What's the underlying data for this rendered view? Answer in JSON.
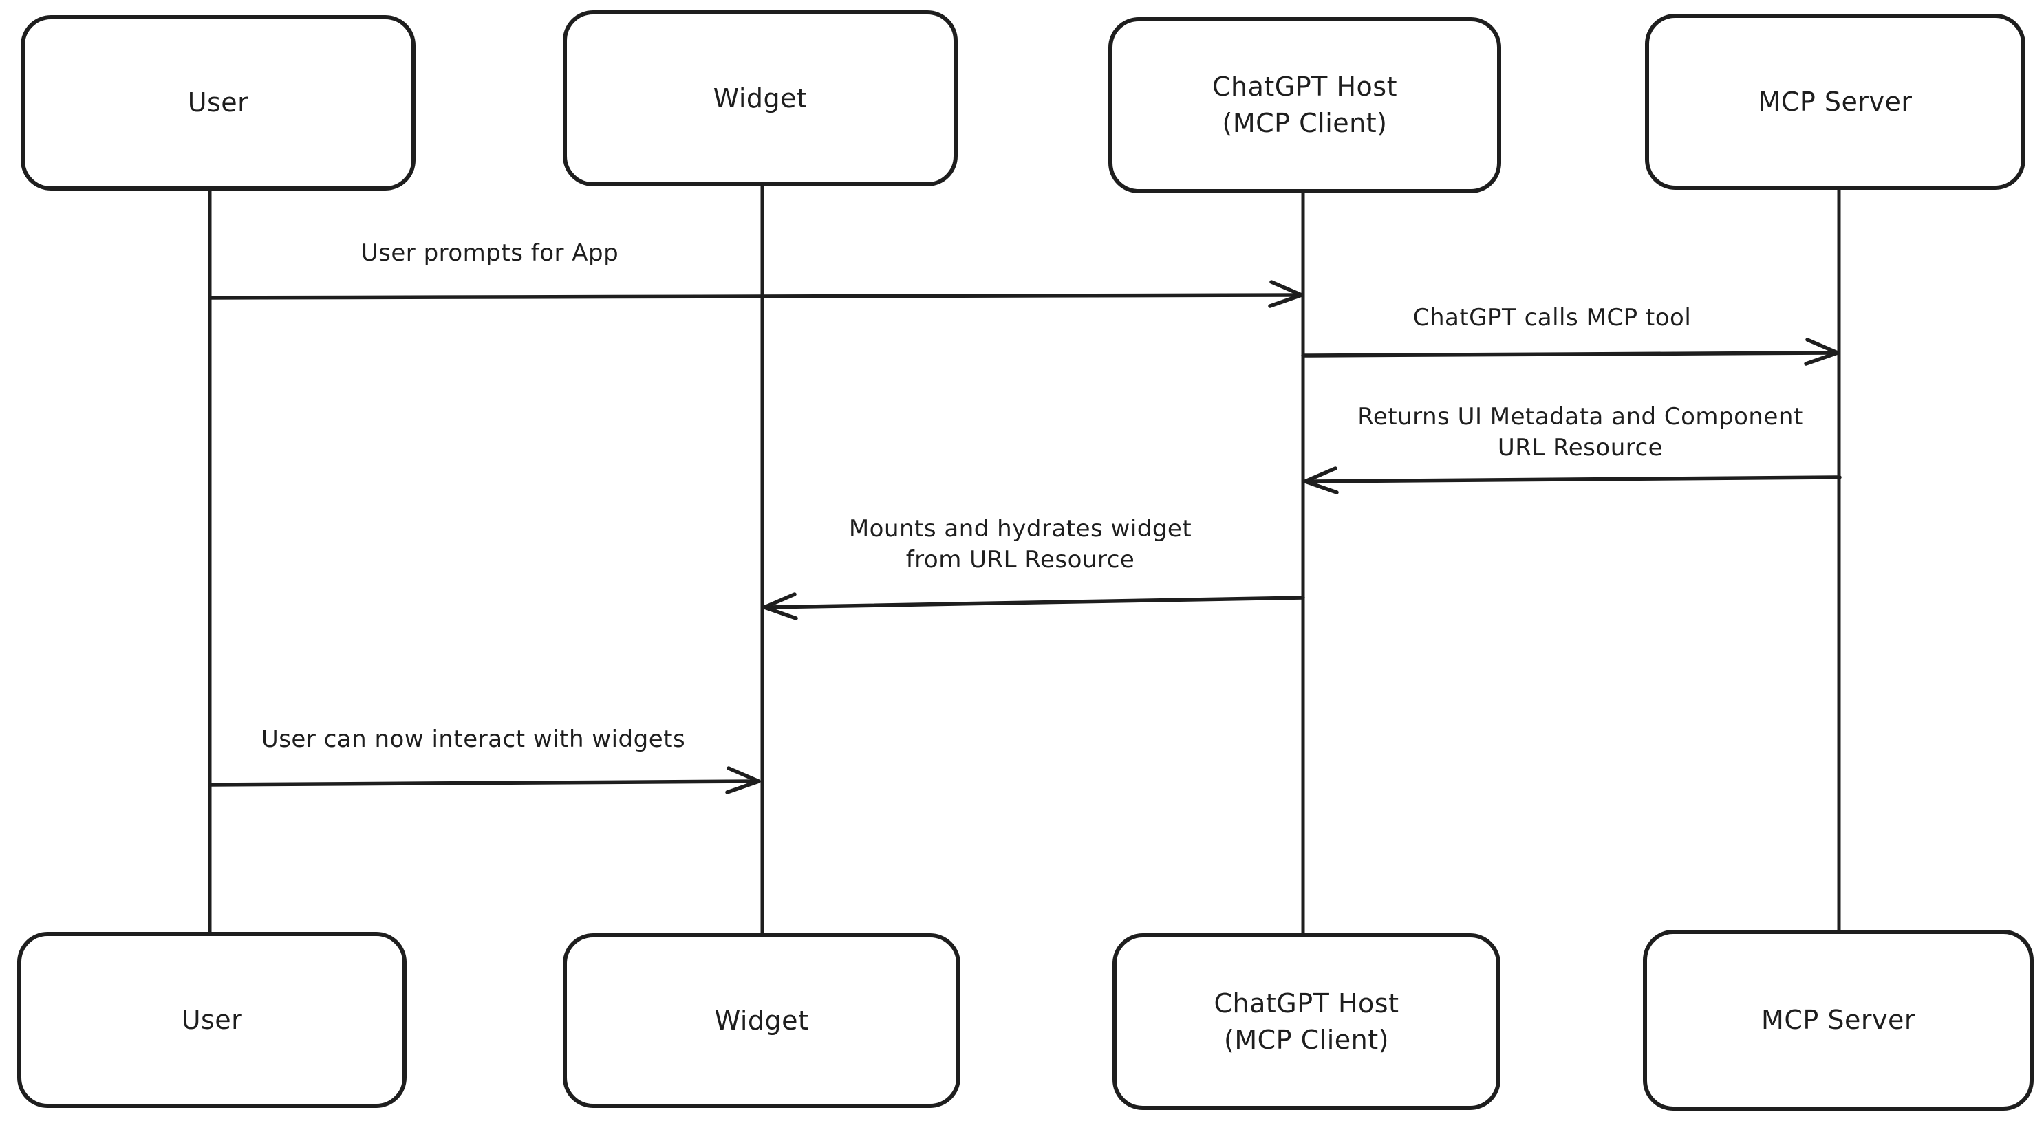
{
  "colors": {
    "stroke": "#1e1e1e",
    "background": "#ffffff"
  },
  "actors": {
    "top": [
      {
        "id": "user",
        "lines": [
          "User"
        ]
      },
      {
        "id": "widget",
        "lines": [
          "Widget"
        ]
      },
      {
        "id": "chatgpt_host",
        "lines": [
          "ChatGPT Host",
          "(MCP Client)"
        ]
      },
      {
        "id": "mcp_server",
        "lines": [
          "MCP Server"
        ]
      }
    ],
    "bottom": [
      {
        "id": "user",
        "lines": [
          "User"
        ]
      },
      {
        "id": "widget",
        "lines": [
          "Widget"
        ]
      },
      {
        "id": "chatgpt_host",
        "lines": [
          "ChatGPT Host",
          "(MCP Client)"
        ]
      },
      {
        "id": "mcp_server",
        "lines": [
          "MCP Server"
        ]
      }
    ]
  },
  "messages": [
    {
      "from": "User",
      "to": "ChatGPT Host (MCP Client)",
      "arrow": "right",
      "lines": [
        "User prompts for App"
      ]
    },
    {
      "from": "ChatGPT Host (MCP Client)",
      "to": "MCP Server",
      "arrow": "right",
      "lines": [
        "ChatGPT calls MCP tool"
      ]
    },
    {
      "from": "MCP Server",
      "to": "ChatGPT Host (MCP Client)",
      "arrow": "left",
      "lines": [
        "Returns UI Metadata and Component",
        "URL Resource"
      ]
    },
    {
      "from": "ChatGPT Host (MCP Client)",
      "to": "Widget",
      "arrow": "left",
      "lines": [
        "Mounts and hydrates widget",
        "from URL Resource"
      ]
    },
    {
      "from": "User",
      "to": "Widget",
      "arrow": "right",
      "lines": [
        "User can now interact with widgets"
      ]
    }
  ]
}
